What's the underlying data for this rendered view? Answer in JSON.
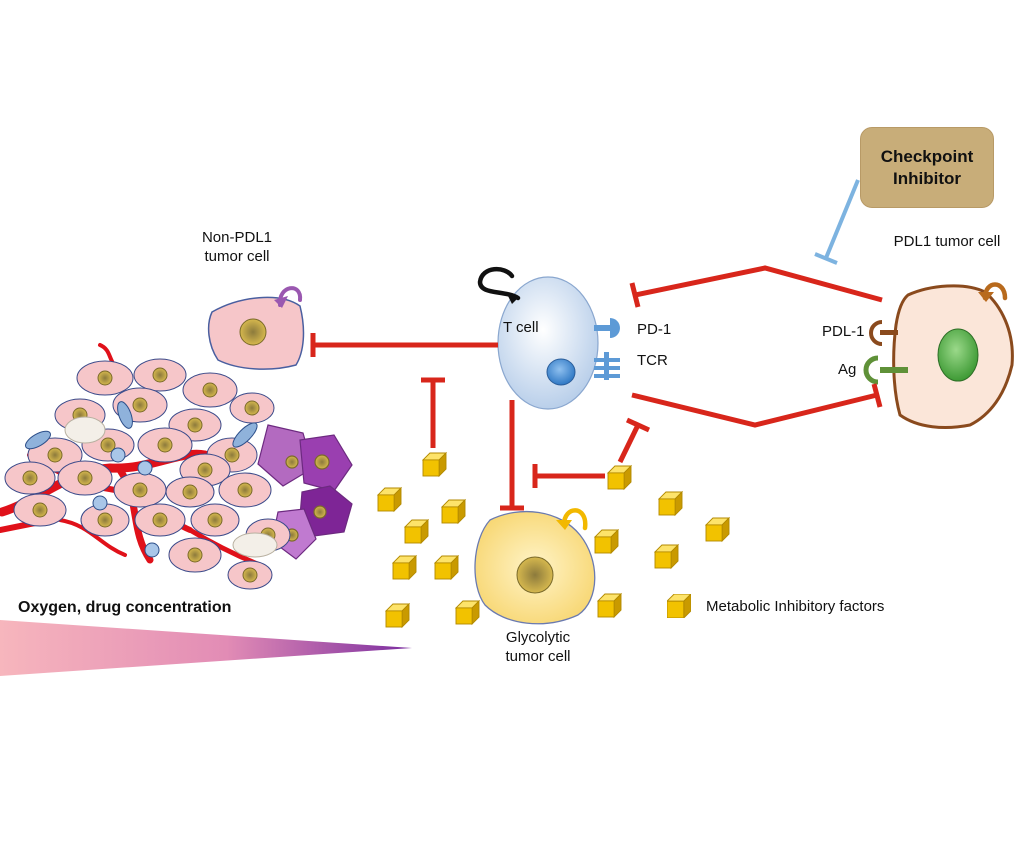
{
  "labels": {
    "checkpoint": "Checkpoint Inhibitor",
    "non_pdl1_cell": "Non-PDL1 tumor cell",
    "pdl1_cell": "PDL1 tumor cell",
    "t_cell": "T cell",
    "pd1": "PD-1",
    "tcr": "TCR",
    "pdl1": "PDL-1",
    "ag": "Ag",
    "glycolytic_cell": "Glycolytic tumor cell",
    "metabolic_legend": "Metabolic Inhibitory factors",
    "gradient": "Oxygen, drug concentration"
  },
  "colors": {
    "inhibition_line": "#d8261b",
    "checkpoint_line": "#7db3e0",
    "t_cell_fill": "#c9dbf1",
    "pd1_receptor": "#5d9ad6",
    "pdl1_ligand": "#8a4a1d",
    "antigen": "#5f9138",
    "cube": "#f2c200",
    "glycolytic_fill": "#fbe29a",
    "pdl1_cell_fill": "#fbe6d9",
    "pdl1_nucleus": "#5fb24d",
    "tumor_cell_fill": "#f6c6c9",
    "hypoxic_fill": "#a957b1",
    "vessel": "#e0111a",
    "gradient_start": "#f7b6bd",
    "gradient_end": "#7b2da0"
  },
  "icons": [
    "self-renewal-arrow-icon",
    "cube-icon",
    "pd1-receptor-icon",
    "tcr-receptor-icon",
    "pdl1-ligand-icon",
    "antigen-icon"
  ]
}
